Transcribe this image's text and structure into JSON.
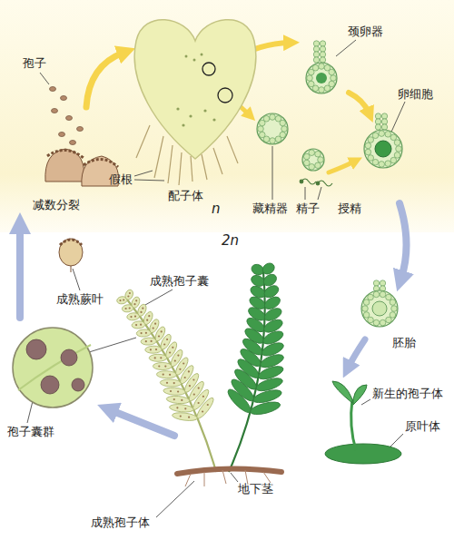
{
  "diagram": {
    "labels": [
      "孢子",
      "颈卵器",
      "卵细胞",
      "假根",
      "配子体",
      "藏精器",
      "减数分裂",
      "n",
      "精子",
      "授精",
      "2n",
      "成熟孢子囊",
      "成熟蕨叶",
      "胚胎",
      "新生的孢子体",
      "孢子囊群",
      "原叶体",
      "地下茎",
      "成熟孢子体"
    ]
  }
}
